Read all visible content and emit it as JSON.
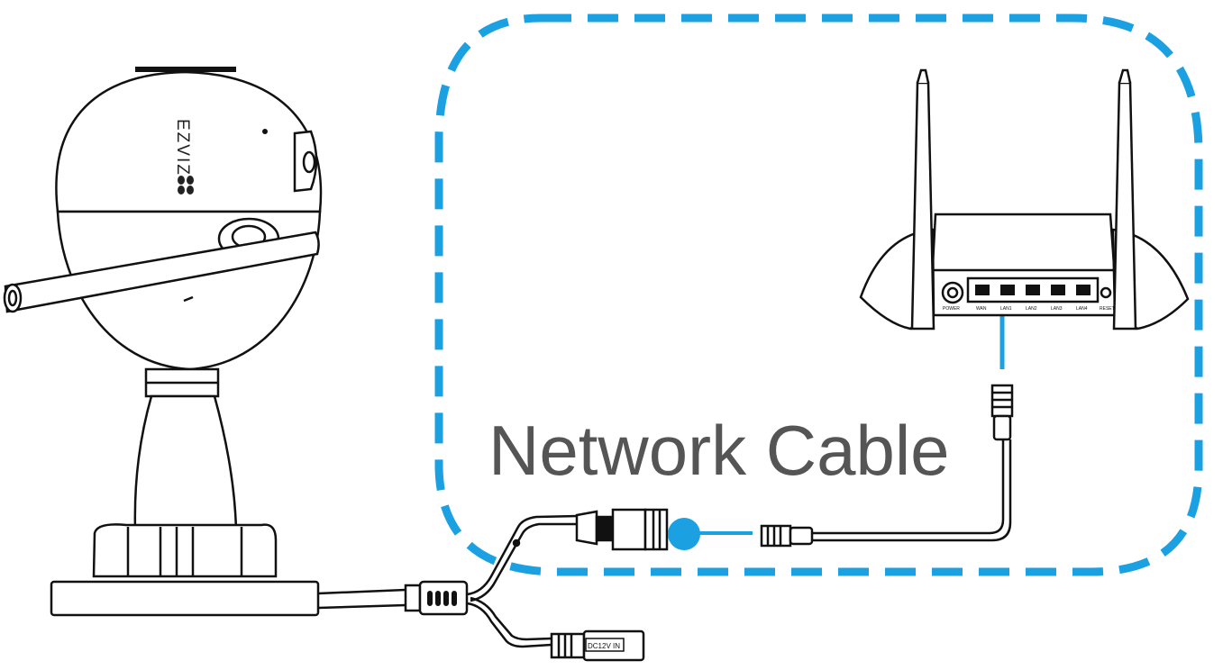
{
  "caption": "Network Cable",
  "camera": {
    "brand": "EZVIZ"
  },
  "power_connector": {
    "label": "DC12V IN"
  },
  "router": {
    "ports": [
      "WAN",
      "LAN1",
      "LAN2",
      "LAN3",
      "LAN4"
    ],
    "power_label": "POWER",
    "reset_label": "RESET"
  },
  "colors": {
    "accent": "#1ba1e2",
    "line": "#111111",
    "caption": "#555555"
  }
}
